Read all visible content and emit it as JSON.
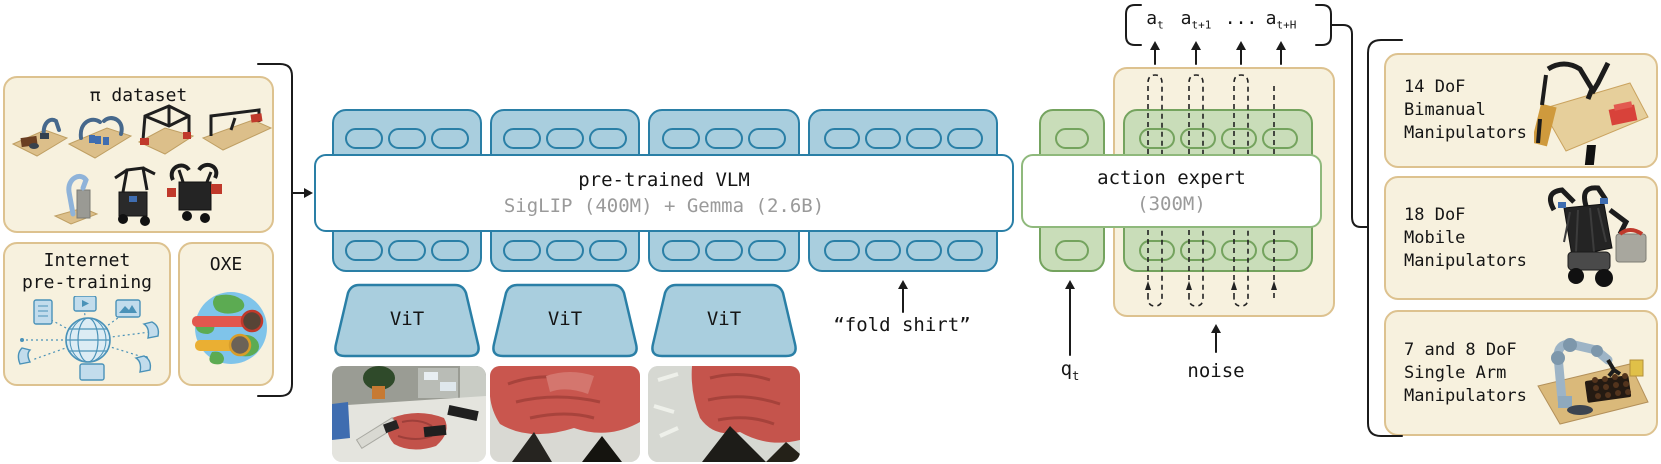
{
  "colors": {
    "blue_fill": "#a9cede",
    "blue_border": "#2a7fa6",
    "green_fill": "#c9ddb9",
    "green_border": "#74a35e",
    "green_light": "#8fb97c",
    "cream_fill": "#f7f1de",
    "cream_border": "#ddc28f",
    "ink": "#151515",
    "muted": "#9a9a9a"
  },
  "pretraining_group": {
    "pi_dataset": {
      "title": "π dataset"
    },
    "internet": {
      "lines": [
        "Internet",
        "pre-training"
      ]
    },
    "oxe": {
      "title": "OXE"
    }
  },
  "vlm": {
    "title": "pre-trained VLM",
    "subtitle": "SigLIP (400M) + Gemma (2.6B)"
  },
  "vits": [
    {
      "label": "ViT"
    },
    {
      "label": "ViT"
    },
    {
      "label": "ViT"
    }
  ],
  "prompt": {
    "text": "“fold shirt”"
  },
  "action_expert": {
    "title": "action expert",
    "subtitle": "(300M)"
  },
  "inputs": {
    "qt": {
      "base": "q",
      "sub": "t"
    },
    "noise_label": "noise"
  },
  "action_tokens": [
    {
      "base": "a",
      "sub": "t"
    },
    {
      "base": "a",
      "sub": "t+1"
    },
    {
      "base": "...",
      "sub": ""
    },
    {
      "base": "a",
      "sub": "t+H"
    }
  ],
  "robots": [
    {
      "lines": [
        "14 DoF",
        "Bimanual",
        "Manipulators"
      ]
    },
    {
      "lines": [
        "18 DoF",
        "Mobile",
        "Manipulators"
      ]
    },
    {
      "lines": [
        "7 and 8 DoF",
        "Single Arm",
        "Manipulators"
      ]
    }
  ]
}
